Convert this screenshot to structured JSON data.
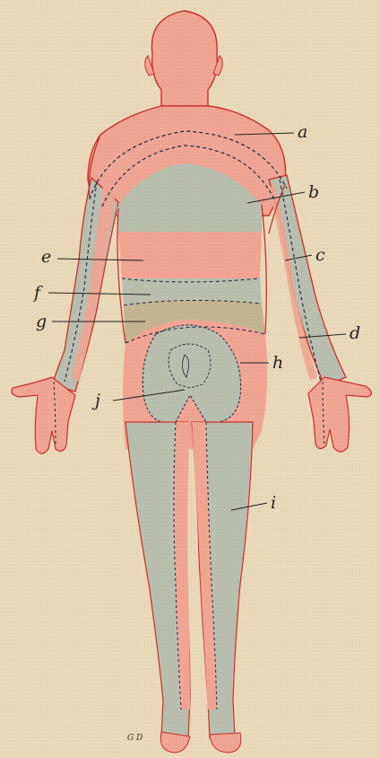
{
  "colors": {
    "paper": "#ead9b8",
    "pink_zone": "#f1a593",
    "gray_zone": "#b9bfae",
    "band_zone": "#c6b491",
    "outline": "#c8302a",
    "boundary_dash": "#1c2a4a"
  },
  "labels": {
    "a": "a",
    "b": "b",
    "c": "c",
    "d": "d",
    "e": "e",
    "f": "f",
    "g": "g",
    "h": "h",
    "i": "i",
    "j": "j"
  },
  "signature": "G D"
}
